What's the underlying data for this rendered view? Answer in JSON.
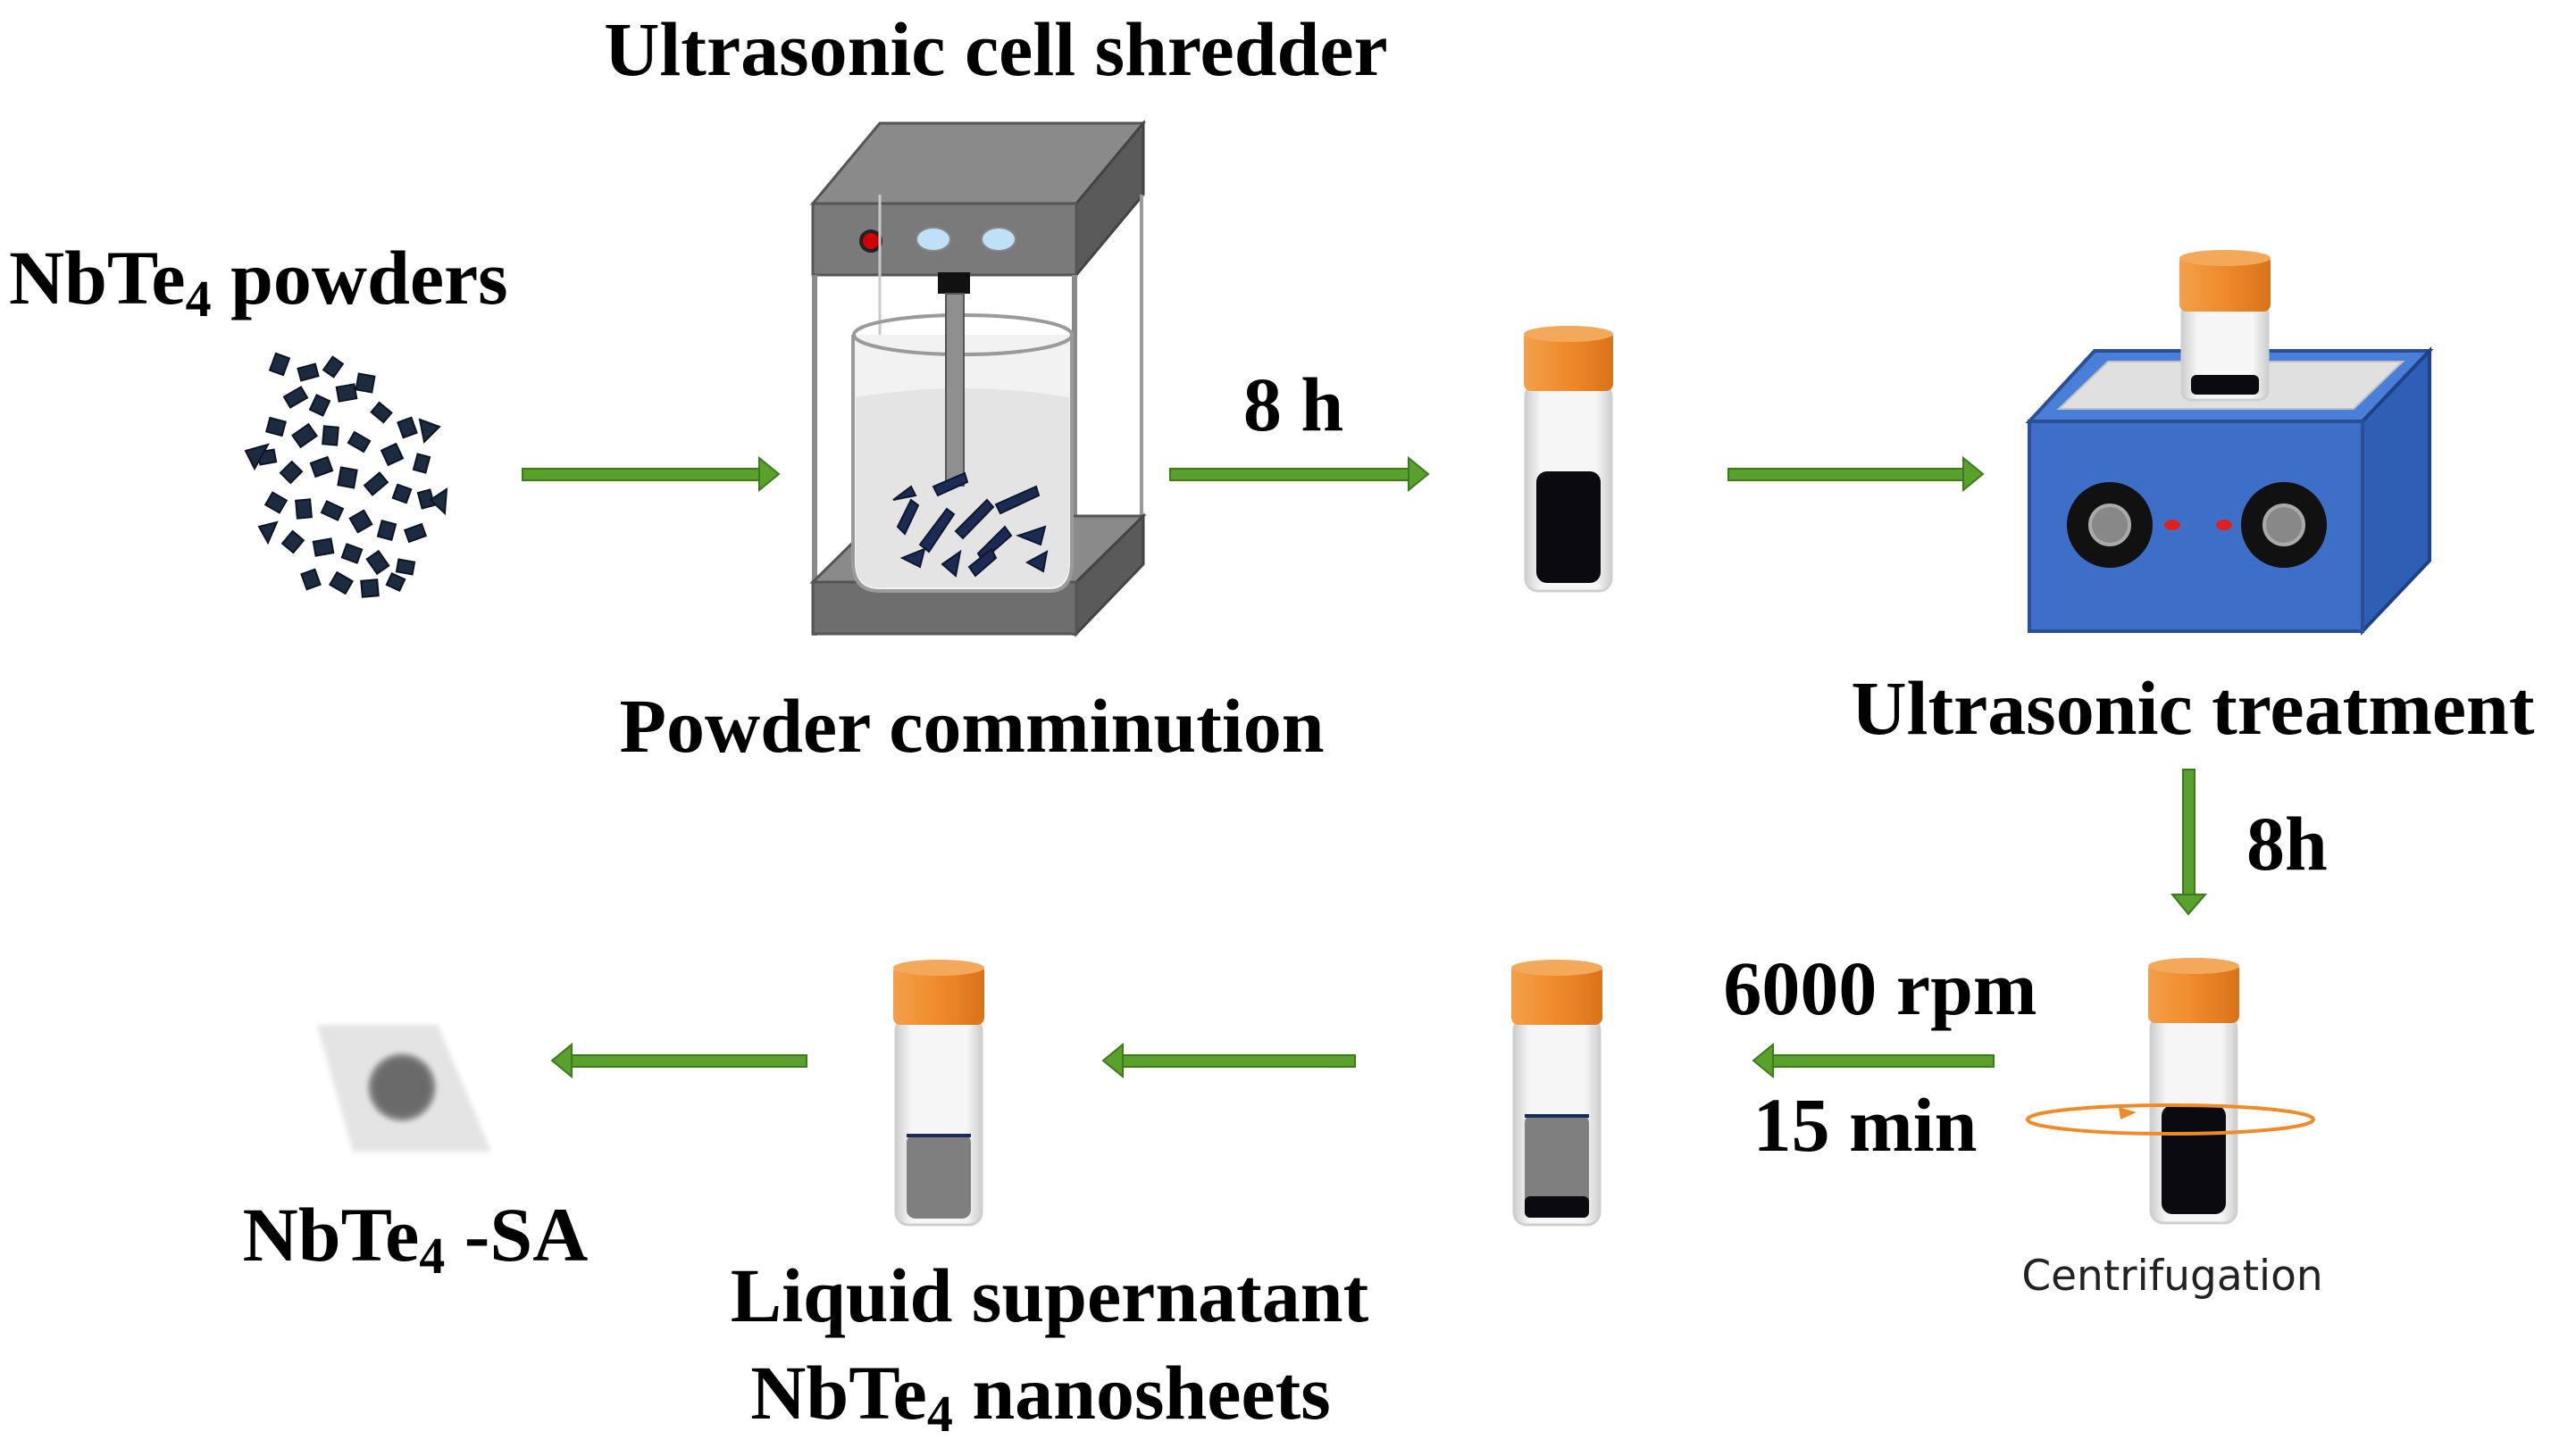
{
  "labels": {
    "ultrasonic_cell_shredder": "Ultrasonic cell shredder",
    "nbte4_powders": {
      "pre": "NbTe",
      "sub": "4",
      "post": " powders"
    },
    "powder_comminution": "Powder comminution",
    "step_8h_top": "8 h",
    "ultrasonic_treatment": "Ultrasonic treatment",
    "step_8h_right": "8h",
    "rpm": "6000 rpm",
    "duration": "15 min",
    "centrifugation": "Centrifugation",
    "supernatant_line1": "Liquid supernatant",
    "supernatant_line2": {
      "pre": "NbTe",
      "sub": "4",
      "post": " nanosheets"
    },
    "nbte4_sa": {
      "pre": "NbTe",
      "sub": "4",
      "post": " -SA"
    }
  },
  "colors": {
    "arrow_green": "#5aa02c",
    "arrow_green_dark": "#3d7a1c",
    "cap_orange": "#ef8a2b",
    "bath_blue": "#3d6fc9",
    "bath_blue_dark": "#2b4f99",
    "liquid_black": "#0a0a0f",
    "liquid_grey": "#808080",
    "shredder_grey": "#6e6e6e",
    "sa_spot": "#666666"
  }
}
